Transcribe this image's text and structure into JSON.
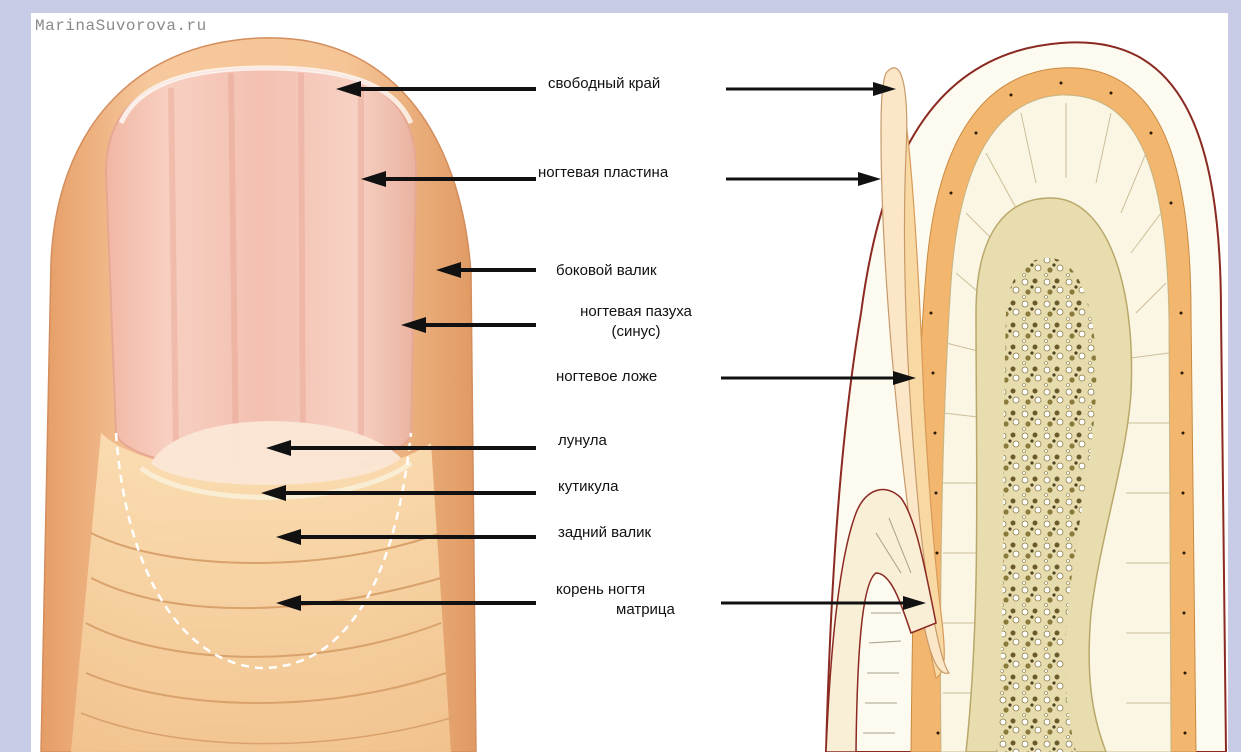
{
  "watermark": "MarinaSuvorova.ru",
  "labels": {
    "free_edge": "свободный край",
    "nail_plate": "ногтевая пластина",
    "lateral_fold": "боковой валик",
    "nail_sinus_line1": "ногтевая пазуха",
    "nail_sinus_line2": "(синус)",
    "nail_bed": "ногтевое ложе",
    "lunula": "лунула",
    "cuticle": "кутикула",
    "proximal_fold": "задний валик",
    "root_line1": "корень ногтя",
    "root_line2": "матрица"
  },
  "colors": {
    "frame": "#c7cbe6",
    "skin": "#f3c295",
    "skin_shadow": "#dc9a68",
    "nail_plate": "#f4c4b6",
    "lunula": "#fbe7d8",
    "epidermis": "#f1b66e",
    "dermis": "#fbf6e6",
    "bone": "#e9deb0",
    "marrow_dots": "#7a6a3a",
    "arrow": "#111111"
  }
}
